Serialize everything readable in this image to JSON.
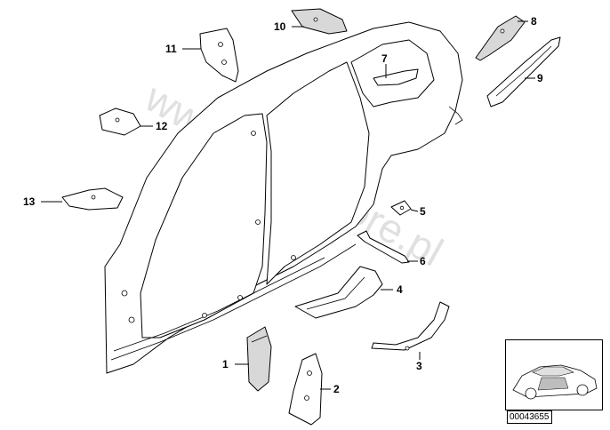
{
  "diagram": {
    "callouts": [
      {
        "id": "1",
        "text": "1"
      },
      {
        "id": "2",
        "text": "2"
      },
      {
        "id": "3",
        "text": "3"
      },
      {
        "id": "4",
        "text": "4"
      },
      {
        "id": "5",
        "text": "5"
      },
      {
        "id": "6",
        "text": "6"
      },
      {
        "id": "7",
        "text": "7"
      },
      {
        "id": "8",
        "text": "8"
      },
      {
        "id": "9",
        "text": "9"
      },
      {
        "id": "10",
        "text": "10"
      },
      {
        "id": "11",
        "text": "11"
      },
      {
        "id": "12",
        "text": "12"
      },
      {
        "id": "13",
        "text": "13"
      }
    ],
    "watermark": "www.BMWstore.pl",
    "reference_code": "00043655",
    "line_color": "#000000",
    "background_color": "#ffffff"
  }
}
